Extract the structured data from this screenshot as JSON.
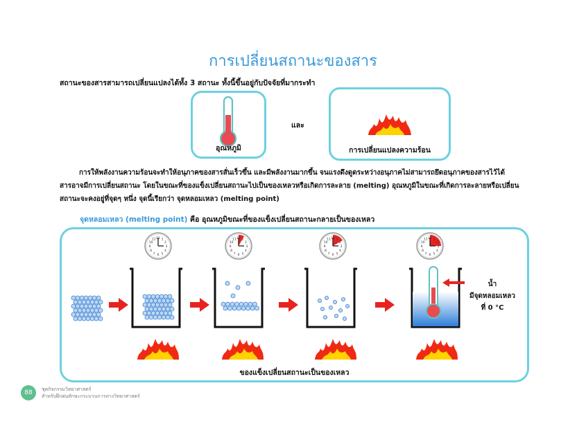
{
  "title": "การเปลี่ยนสถานะของสาร",
  "intro": "สถานะของสารสามารถเปลี่ยนแปลงได้ทั้ง 3 สถานะ ทั้งนี้ขึ้นอยู่กับปัจจัยที่มากระทำ",
  "cards": {
    "temperature_label": "อุณหภูมิ",
    "and_label": "และ",
    "heat_label": "การเปลี่ยนแปลงความร้อน"
  },
  "paragraph": {
    "line1": "การให้พลังงานความร้อนจะทำให้อนุภาคของสารสั่นเร็วขึ้น และมีพลังงานมากขึ้น จนแรงดึงดูดระหว่างอนุภาคไม่สามารถยึดอนุภาคของสารไว้ได้",
    "line2": "สารอาจมีการเปลี่ยนสถานะ โดยในขณะที่ของแข็งเปลี่ยนสถานะไปเป็นของเหลวหรือเกิดการละลาย (melting) อุณหภูมิในขณะที่เกิดการละลายหรือเปลี่ยน",
    "line3": "สถานะจะคงอยู่ที่จุดๆ หนึ่ง จุดนี้เรียกว่า จุดหลอมเหลว (melting point)"
  },
  "melting_point": {
    "term": "จุดหลอมเหลว (melting point)",
    "definition": " คือ อุณหภูมิขณะที่ของแข็งเปลี่ยนสถานะกลายเป็นของเหลว"
  },
  "diagram": {
    "water_label": [
      "น้ำ",
      "มีจุดหลอมเหลว",
      "ที่ 0 °C"
    ],
    "caption": "ของแข็งเปลี่ยนสถานะเป็นของเหลว",
    "clock_numbers": [
      "12",
      "1",
      "2",
      "3",
      "4",
      "5",
      "6",
      "7",
      "8",
      "9",
      "10",
      "11"
    ],
    "clock_elapsed_fraction": [
      0,
      0.083,
      0.167,
      0.25
    ],
    "icons": [
      "thermometer-icon",
      "fire-icon",
      "clock-icon",
      "arrow-right-icon",
      "beaker-icon"
    ],
    "colors": {
      "accent": "#3a9ad9",
      "border": "#6dd0e0",
      "arrow": "#e8231f",
      "fire": "#f02a12",
      "water": "#2f7fd9"
    }
  },
  "footer": {
    "page_number": "88",
    "line1": "ชุดกิจกรรมวิทยาศาสตร์",
    "line2": "สำหรับฝึกฝนทักษะกระบวนการทางวิทยาศาสตร์"
  }
}
